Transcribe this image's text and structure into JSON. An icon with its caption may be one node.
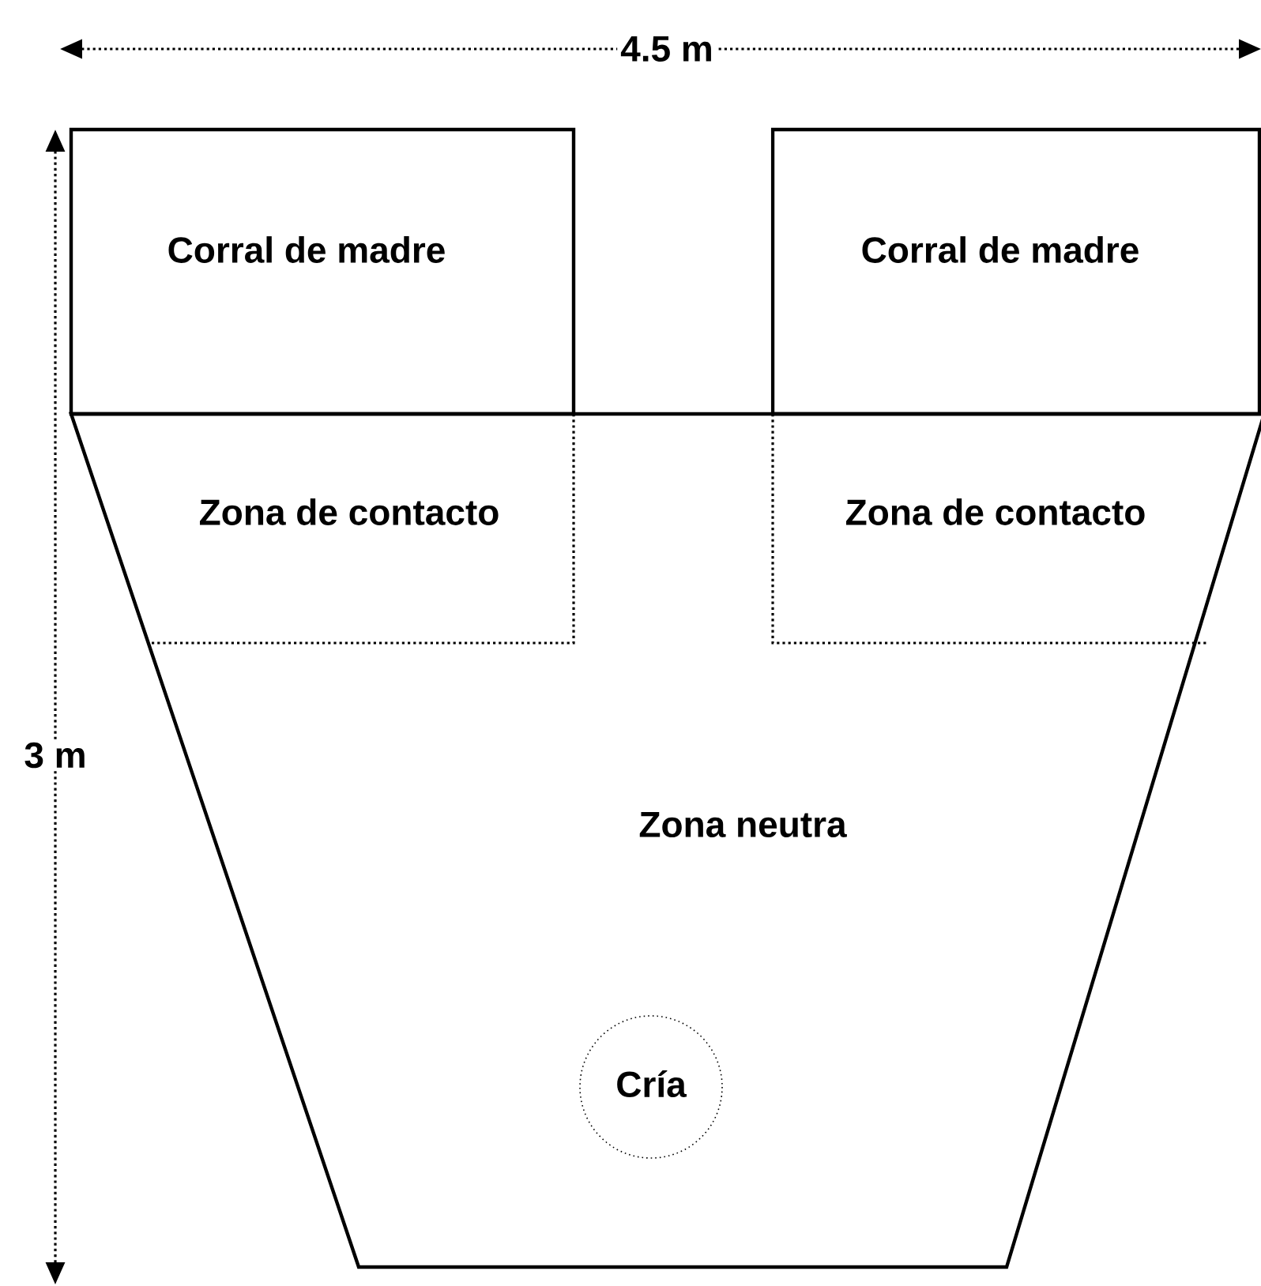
{
  "diagram": {
    "nodes": [
      {
        "text": [
          "Corral de madre"
        ]
      },
      {
        "text": [
          "Corral de madre"
        ]
      },
      {
        "text": [
          "Zona neutra"
        ]
      },
      {
        "text": [
          "Zona de contacto"
        ],
        "in": 2
      },
      {
        "text": [
          "Zona de contacto"
        ],
        "in": 2
      },
      {
        "text": [
          "Cría"
        ],
        "in": 2
      }
    ],
    "edges": [],
    "labels": [
      "4.5 m",
      "3 m"
    ]
  }
}
